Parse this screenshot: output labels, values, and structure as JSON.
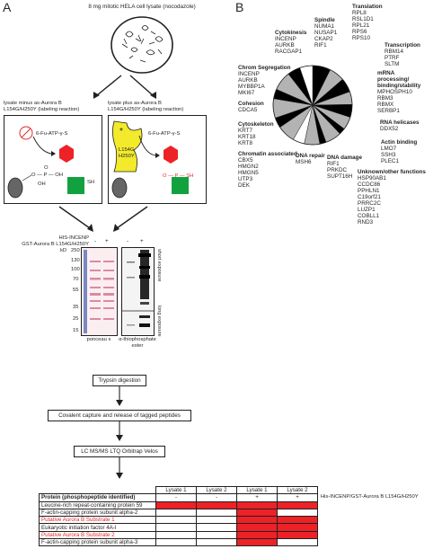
{
  "panel_a": {
    "letter": "A",
    "lysate_title": "8 mg mitotic HELA cell lysate (nocodazole)",
    "left_label_1": "lysate minus as-Aurora B",
    "left_label_2": "L154G/H250Y (labeling reaction)",
    "right_label_1": "lysate plus as-Aurora B",
    "right_label_2": "L154G/H250Y (labeling reaction)",
    "atp_label": "6-Fu-ATP-γ-S",
    "kinase_line1": "L154G",
    "kinase_line2": "H250Y",
    "p_left": "O — P — OH",
    "p_left_o": "O",
    "p_left_oh": "OH",
    "p_right": "O — P — SH",
    "sh_label": "SH",
    "gel": {
      "his_label": "HIS-INCENP",
      "gst_label": "GST-Aurora B L154G/H250Y",
      "lane_signs": [
        "-",
        "+",
        "-",
        "+"
      ],
      "kd_header": "kD",
      "markers": [
        "250",
        "130",
        "100",
        "70",
        "55",
        "35",
        "25",
        "15"
      ],
      "ponceau_label": "ponceau s",
      "thio_label": "α-thiophosphate ester",
      "short_exposure": "short exposure",
      "long_exposure": "long exposure"
    },
    "flow": {
      "step1": "Trypsin digestion",
      "step2": "Covalent capture and release of tagged peptides",
      "step3": "LC MS/MS LTQ Orbitrap Velos"
    },
    "table": {
      "header_label": "Protein (phosphopeptide identified)",
      "lysate_headers": [
        "Lysate 1",
        "Lysate 2",
        "Lysate 1",
        "Lysate 2"
      ],
      "condition_signs": [
        "-",
        "-",
        "+",
        "+"
      ],
      "condition_label": "His-INCENP/GST-Aurora B L154G/H250Y",
      "rows": [
        {
          "name": "Leucine-rich repeat-containing protein 59",
          "highlight": false,
          "cells": [
            true,
            true,
            true,
            true
          ]
        },
        {
          "name": "F-actin-capping protein subunit alpha-2",
          "highlight": false,
          "cells": [
            false,
            false,
            true,
            false
          ]
        },
        {
          "name": "Putative Aurora B Substrate 1",
          "highlight": true,
          "cells": [
            false,
            false,
            true,
            true
          ]
        },
        {
          "name": "Eukaryotic initiation factor 4A-I",
          "highlight": false,
          "cells": [
            false,
            false,
            true,
            true
          ]
        },
        {
          "name": "Putative Aurora B Substrate 2",
          "highlight": true,
          "cells": [
            false,
            false,
            true,
            true
          ]
        },
        {
          "name": "F-actin-capping protein subunit alpha-3",
          "highlight": false,
          "cells": [
            false,
            false,
            true,
            false
          ]
        }
      ]
    }
  },
  "panel_b": {
    "letter": "B",
    "pie_colors": {
      "black": "#000000",
      "gray": "#b3b3b3",
      "white": "#ffffff"
    },
    "categories": [
      {
        "key": "cytokinesis",
        "title": "Cytokinesis",
        "genes": [
          "INCENP",
          "AURKB",
          "RACGAP1"
        ]
      },
      {
        "key": "spindle",
        "title": "Spindle",
        "genes": [
          "NUMA1",
          "NUSAP1",
          "CKAP2",
          "RIF1"
        ]
      },
      {
        "key": "translation",
        "title": "Translation",
        "genes": [
          "RPL8",
          "RSL1D1",
          "RPL21",
          "RPS6",
          "RPS10"
        ]
      },
      {
        "key": "transcription",
        "title": "Transcription",
        "genes": [
          "RBM14",
          "PTRF",
          "SLTM"
        ]
      },
      {
        "key": "mrna",
        "title": "mRNA processing/ binding/stability",
        "title_lines": [
          "mRNA",
          "processing/",
          "binding/stability"
        ],
        "genes": [
          "MPHOSPH10",
          "RBM3",
          "RBMX",
          "SERBP1"
        ]
      },
      {
        "key": "chrom_seg",
        "title": "Chrom Segregation",
        "genes": [
          "INCENP",
          "AURKB",
          "MYBBP1A",
          "MKI67"
        ]
      },
      {
        "key": "cohesion",
        "title": "Cohesion",
        "genes": [
          "CDCA5"
        ]
      },
      {
        "key": "cytoskeleton",
        "title": "Cytoskeleton",
        "genes": [
          "KRT7",
          "KRT18",
          "KRT8"
        ]
      },
      {
        "key": "rna_helicases",
        "title": "RNA helicases",
        "genes": [
          "DDX52"
        ]
      },
      {
        "key": "actin_binding",
        "title": "Actin binding",
        "genes": [
          "LMO7",
          "SSH3",
          "PLEC1"
        ]
      },
      {
        "key": "chromatin",
        "title": "Chromatin associated",
        "genes": [
          "CBX5",
          "HMGN2",
          "HMGN5",
          "UTP3",
          "DEK"
        ]
      },
      {
        "key": "dna_repair",
        "title": "DNA repair",
        "genes": [
          "MSH6"
        ]
      },
      {
        "key": "dna_damage",
        "title": "DNA damage",
        "genes": [
          "RIF1",
          "PRKDC",
          "SUPT16H"
        ]
      },
      {
        "key": "unknown",
        "title": "Unknown/other functions",
        "genes": [
          "HSP90AB1",
          "CCDC86",
          "PPHLN1",
          "C19orf21",
          "PRRC2C",
          "LUZP1",
          "COBLL1",
          "RND3"
        ]
      }
    ]
  }
}
